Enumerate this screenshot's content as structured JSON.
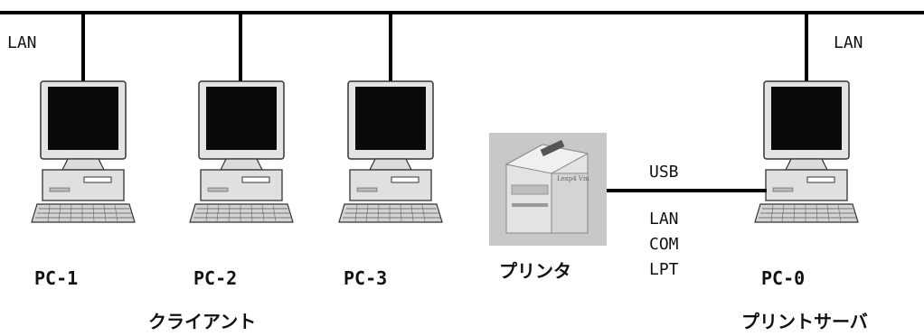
{
  "network": {
    "lan_left_label": "LAN",
    "lan_right_label": "LAN"
  },
  "clients": [
    {
      "name": "PC-1"
    },
    {
      "name": "PC-2"
    },
    {
      "name": "PC-3"
    }
  ],
  "client_group_label": "クライアント",
  "printer": {
    "name": "プリンタ",
    "logo_text": "Lexp4 Vm"
  },
  "server": {
    "name": "PC-0",
    "role_label": "プリントサーバ"
  },
  "connections": {
    "usb_label": "USB",
    "alternatives": [
      "LAN",
      "COM",
      "LPT"
    ]
  },
  "colors": {
    "line": "#000000",
    "monitor_body": "#e2e2e2",
    "screen": "#0a0a0a",
    "printer_body": "#d9d9d9",
    "printer_bg": "#c8c8c8"
  }
}
